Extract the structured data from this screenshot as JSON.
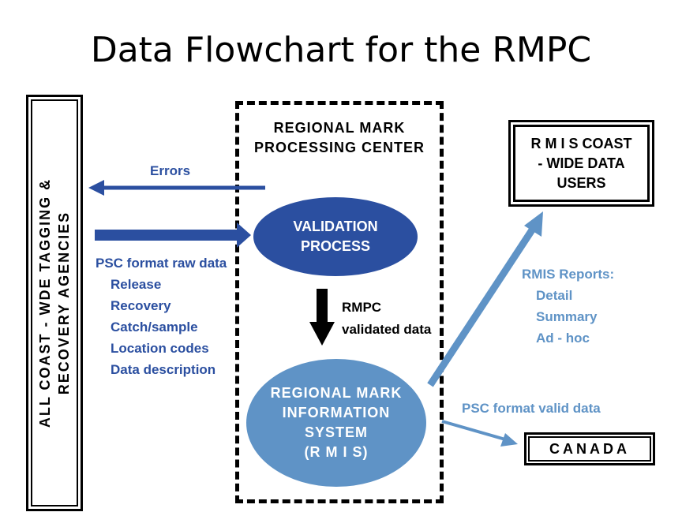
{
  "title": "Data Flowchart for the RMPC",
  "agencies": {
    "line1": "ALL  COAST - WDE  TAGGING  &",
    "line2": "RECOVERY  AGENCIES"
  },
  "rmpc": {
    "line1": "REGIONAL  MARK",
    "line2": "PROCESSING  CENTER"
  },
  "validation": {
    "line1": "VALIDATION",
    "line2": "PROCESS"
  },
  "rmis": {
    "line1": "REGIONAL  MARK",
    "line2": "INFORMATION",
    "line3": "SYSTEM",
    "line4": "(R M I S)"
  },
  "users": {
    "line1": "R M I S COAST",
    "line2": "- WIDE DATA",
    "line3": "USERS"
  },
  "canada": "CANADA",
  "errors_label": "Errors",
  "raw_data": {
    "heading": "PSC format raw data",
    "items": [
      "Release",
      "Recovery",
      "Catch/sample",
      "Location codes",
      "Data description"
    ]
  },
  "validated": {
    "line1": "RMPC",
    "line2": "validated data"
  },
  "reports": {
    "heading": "RMIS Reports:",
    "items": [
      "Detail",
      "Summary",
      "Ad - hoc"
    ]
  },
  "valid_data_label": "PSC format valid data",
  "colors": {
    "dark_blue": "#2b4fa0",
    "light_blue": "#5f93c6",
    "black": "#000000"
  }
}
